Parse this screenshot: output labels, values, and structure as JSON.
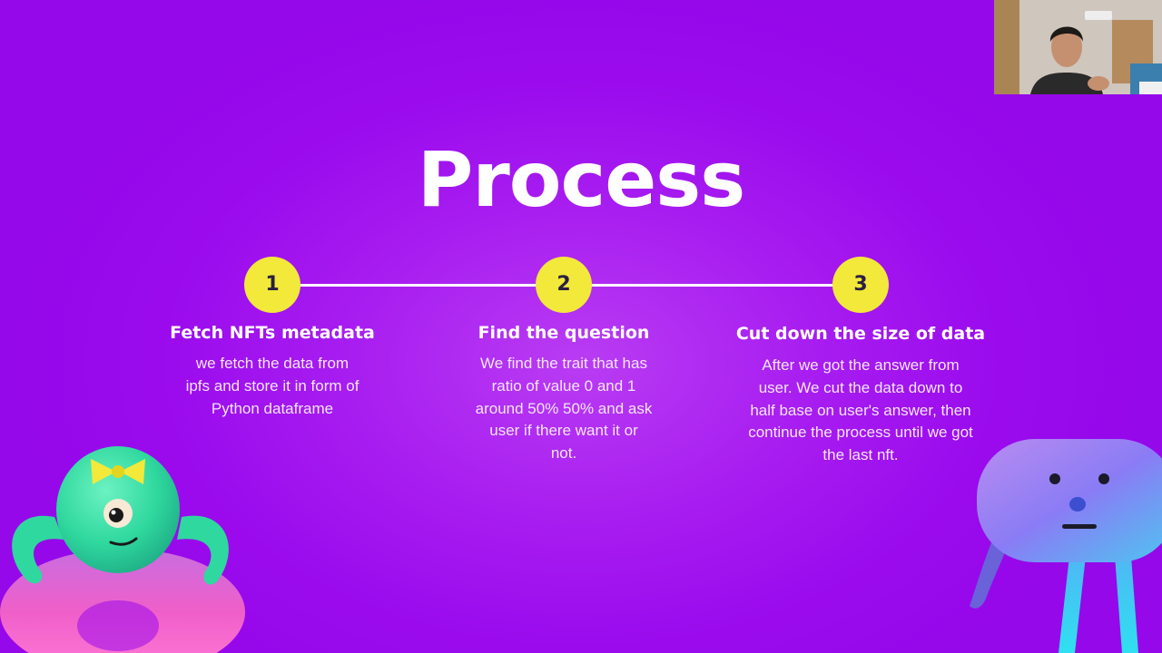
{
  "slide": {
    "title": "Process"
  },
  "steps": [
    {
      "number": "1",
      "title": "Fetch NFTs metadata",
      "lines": [
        "we fetch the data from",
        "ipfs and store it in form of",
        "Python dataframe"
      ]
    },
    {
      "number": "2",
      "title": "Find the question",
      "lines": [
        "We find the trait that has",
        "ratio of value 0 and 1",
        "around 50% 50% and ask",
        "user if there want it or",
        "not."
      ]
    },
    {
      "number": "3",
      "title": "Cut down the size of data",
      "lines": [
        "After we got the answer from",
        "user. We cut the data down to",
        "half base on user's answer, then",
        "continue the process until we got",
        "the last nft."
      ]
    }
  ],
  "colors": {
    "background": "#9a0aed",
    "accent_circle": "#f2e93a",
    "text": "#ffffff"
  }
}
